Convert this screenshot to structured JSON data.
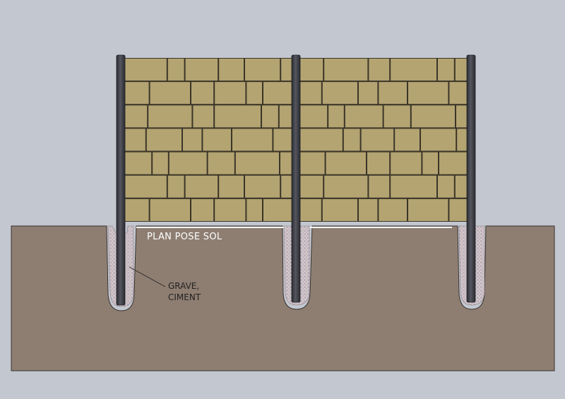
{
  "labels": {
    "ground_level": "PLAN POSE SOL",
    "fill_line1": "GRAVE,",
    "fill_line2": "CIMENT"
  },
  "colors": {
    "background": "#c3c7d0",
    "ground": "#8e7e72",
    "panel": "#b3a472",
    "post": "#3f4047",
    "gravel": "#cdc1c8"
  }
}
